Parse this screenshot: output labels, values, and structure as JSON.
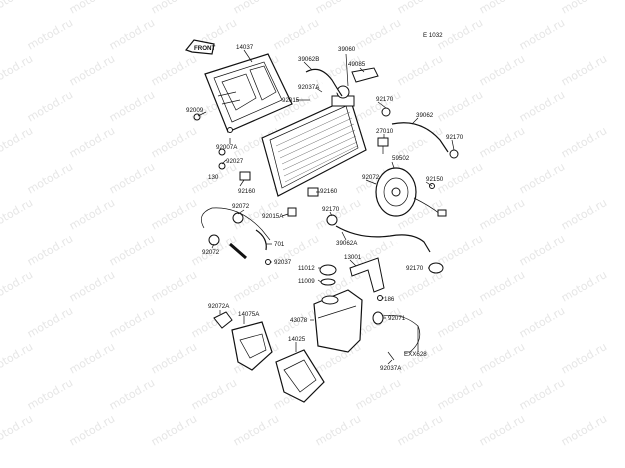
{
  "watermark": "motod.ru",
  "diagram_code": "E 1032",
  "front_label": "FRONT",
  "labels": {
    "l14037": "14037",
    "l39062B": "39062B",
    "l39060": "39060",
    "l49085": "49085",
    "l92037A_1": "92037A",
    "l92015": "92015",
    "l92170_1": "92170",
    "l92009": "92009",
    "l27010": "27010",
    "l39062": "39062",
    "l92170_2": "92170",
    "l92007A": "92007A",
    "l92027": "92027",
    "l130": "130",
    "l92160_1": "92160",
    "l59502": "59502",
    "l92072_1": "92072",
    "l92150": "92150",
    "l92160_2": "92160",
    "l92072_2": "92072",
    "l92015A": "92015A",
    "l92170_3": "92170",
    "l39062A": "39062A",
    "l92072_3": "92072",
    "l701": "701",
    "l92037": "92037",
    "l13001": "13001",
    "l11012": "11012",
    "l11009": "11009",
    "l92170_4": "92170",
    "l186": "186",
    "l92072A": "92072A",
    "l14075A": "14075A",
    "l43078": "43078",
    "l92071": "92071",
    "l14025": "14025",
    "lEXX628": "EXX628",
    "l92037A_2": "92037A"
  }
}
